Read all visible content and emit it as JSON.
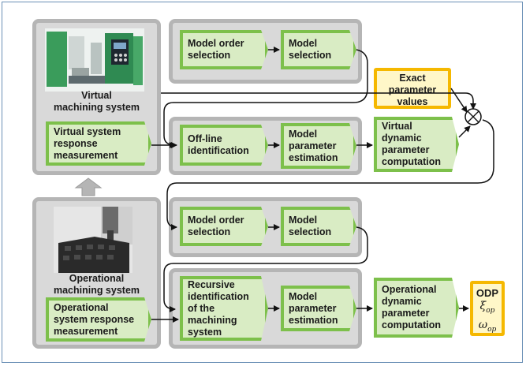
{
  "virtual_panel": {
    "title_line1": "Virtual",
    "title_line2": "machining system"
  },
  "operational_panel": {
    "title_line1": "Operational",
    "title_line2": "machining system"
  },
  "virtual_response": {
    "line1": "Virtual system",
    "line2": "response",
    "line3": "measurement"
  },
  "operational_response": {
    "line1": "Operational",
    "line2": "system response",
    "line3": "measurement"
  },
  "top_row": {
    "model_order": {
      "line1": "Model order",
      "line2": "selection"
    },
    "model_selection": {
      "line1": "Model",
      "line2": "selection"
    }
  },
  "offline_row": {
    "offline": {
      "line1": "Off-line",
      "line2": "identification"
    },
    "estimation": {
      "line1": "Model",
      "line2": "parameter",
      "line3": "estimation"
    }
  },
  "virtual_dynamic": {
    "line1": "Virtual",
    "line2": "dynamic",
    "line3": "parameter",
    "line4": "computation"
  },
  "exact": {
    "line1": "Exact",
    "line2": "parameter",
    "line3": "values"
  },
  "lower_row": {
    "model_order": {
      "line1": "Model order",
      "line2": "selection"
    },
    "model_selection": {
      "line1": "Model",
      "line2": "selection"
    }
  },
  "recursive_row": {
    "recursive": {
      "line1": "Recursive",
      "line2": "identification",
      "line3": "of the",
      "line4": "machining",
      "line5": "system"
    },
    "estimation": {
      "line1": "Model",
      "line2": "parameter",
      "line3": "estimation"
    }
  },
  "operational_dynamic": {
    "line1": "Operational",
    "line2": "dynamic",
    "line3": "parameter",
    "line4": "computation"
  },
  "odp": {
    "title": "ODP",
    "xi": "ξ",
    "xi_sub": "op",
    "omega": "ω",
    "omega_sub": "op"
  },
  "colors": {
    "green_border": "#7dc04b",
    "green_fill": "#d9ecc4",
    "panel": "#d9d9d9",
    "panel_border": "#b5b5b5",
    "yellow_border": "#f5b800",
    "yellow_fill": "#fff7c8"
  }
}
